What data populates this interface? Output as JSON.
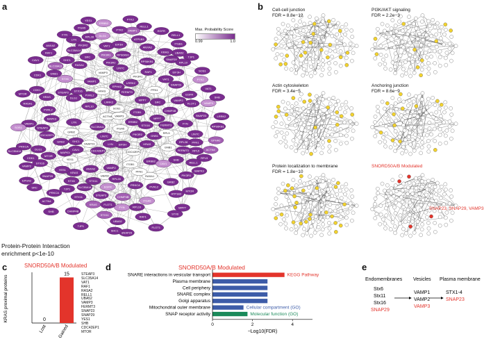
{
  "panel_a": {
    "label": "a",
    "legend_title": "Max. Probability Score",
    "legend_min": "0.99",
    "legend_max": "1.0",
    "caption_line1": "Protein-Protein Interaction",
    "caption_line2": "enrichment p<1e-10",
    "visible_nodes": [
      "RPS6KB1",
      "UBA52",
      "VAT1",
      "CHMP4B",
      "EIF3H",
      "PIK3R2",
      "PIK3R1",
      "PRKCA",
      "LRRK2",
      "SRC",
      "PTK2",
      "GRB2",
      "SHC1",
      "SOS1",
      "KRAS",
      "RAF1",
      "RASA1",
      "MAPK3",
      "EGFR",
      "ERBB2",
      "GNB1",
      "HRAS",
      "CAV1",
      "ITGB1",
      "FYN",
      "LYN",
      "YES1",
      "STX6",
      "STX11",
      "STX16",
      "SNAP23",
      "SNAP29",
      "VAMP1",
      "VAMP2",
      "VAMP3",
      "STEAP3",
      "SLC35A14",
      "RELL1",
      "MTOR",
      "SHB",
      "CDC42EP1",
      "FERMT3",
      "PVRL2",
      "DLG1",
      "MPP7",
      "TJP1",
      "LIN7C",
      "ITGA5",
      "PFN1",
      "ACTN4",
      "ANXA2",
      "EPHA2",
      "FLOT1",
      "CDK1",
      "RPL10",
      "RPL5",
      "RPL28",
      "SLC39A11",
      "ATP1B3"
    ]
  },
  "panel_b": {
    "label": "b",
    "subplots": [
      {
        "title": "Cell-cell junction",
        "fdr": "FDR = 8.8e−12"
      },
      {
        "title": "PI3K/AKT signaling",
        "fdr": "FDR = 2.2e−3"
      },
      {
        "title": "Actin cytoskeleton",
        "fdr": "FDR = 3.4e−5"
      },
      {
        "title": "Anchoring junction",
        "fdr": "FDR = 8.6e−9"
      },
      {
        "title": "Protein localization to membrane",
        "fdr": "FDR = 1.8e−10"
      },
      {
        "title": "SNORD50A/B Modulated",
        "fdr": ""
      }
    ],
    "highlight_label": "SNAP23, SNAP29, VAMP3",
    "highlight_color": "#e3342b",
    "node_yellow": "#f2d22e"
  },
  "panel_c": {
    "label": "c",
    "title": "SNORD50A/B Modulated",
    "ylabel": "KRAS proximal proteins",
    "protein_list": [
      "STEAP3",
      "SLC35A14",
      "VAT1",
      "RAF1",
      "RASA2",
      "RELL1",
      "UBA52",
      "VAMP3",
      "FERMT3",
      "SNAP23",
      "SNAP29",
      "YES1",
      "SHB",
      "CDC42EP1",
      "MTOR"
    ],
    "chart_data": {
      "type": "bar",
      "categories": [
        "Lost",
        "Gained"
      ],
      "values": [
        0,
        15
      ],
      "value_labels": [
        "0",
        "15"
      ],
      "ylim": [
        0,
        16
      ],
      "bar_color": "#e3342b"
    }
  },
  "panel_d": {
    "label": "d",
    "title": "SNORD50A/B Modulated",
    "xlabel": "−Log10(FDR)",
    "xticks": [
      "0",
      "2",
      "4"
    ],
    "chart_data": {
      "type": "bar",
      "orientation": "horizontal",
      "categories": [
        "SNARE interactions in vesicular transport",
        "Plasma membrane",
        "Cell periphery",
        "SNARE complex",
        "Golgi apparatus",
        "Mitochondrial outer membrane",
        "SNAP receptor activity"
      ],
      "values": [
        3.6,
        2.75,
        2.75,
        2.75,
        2.75,
        1.55,
        1.75
      ],
      "groups": [
        "KEGG Pathway",
        "Cellular compartment (GO)",
        "Cellular compartment (GO)",
        "Cellular compartment (GO)",
        "Cellular compartment (GO)",
        "Cellular compartment (GO)",
        "Molecular function (GO)"
      ],
      "xlim": [
        0,
        5
      ]
    },
    "legend": [
      {
        "name": "KEGG Pathway",
        "color": "#e3342b"
      },
      {
        "name": "Cellular compartment (GO)",
        "color": "#3d5ca8"
      },
      {
        "name": "Molecular function (GO)",
        "color": "#1a8a5a"
      }
    ]
  },
  "panel_e": {
    "label": "e",
    "col_endo": "Endomembranes",
    "col_vesicles": "Vesicles",
    "col_plasma": "Plasma membrane",
    "endo": [
      "Stx6",
      "Stx11",
      "Stx16"
    ],
    "endo_red": "SNAP29",
    "vesicles": [
      "VAMP1",
      "VAMP2"
    ],
    "vesicles_red": "VAMP3",
    "plasma": "STX1-4",
    "plasma_red": "SNAP23"
  }
}
